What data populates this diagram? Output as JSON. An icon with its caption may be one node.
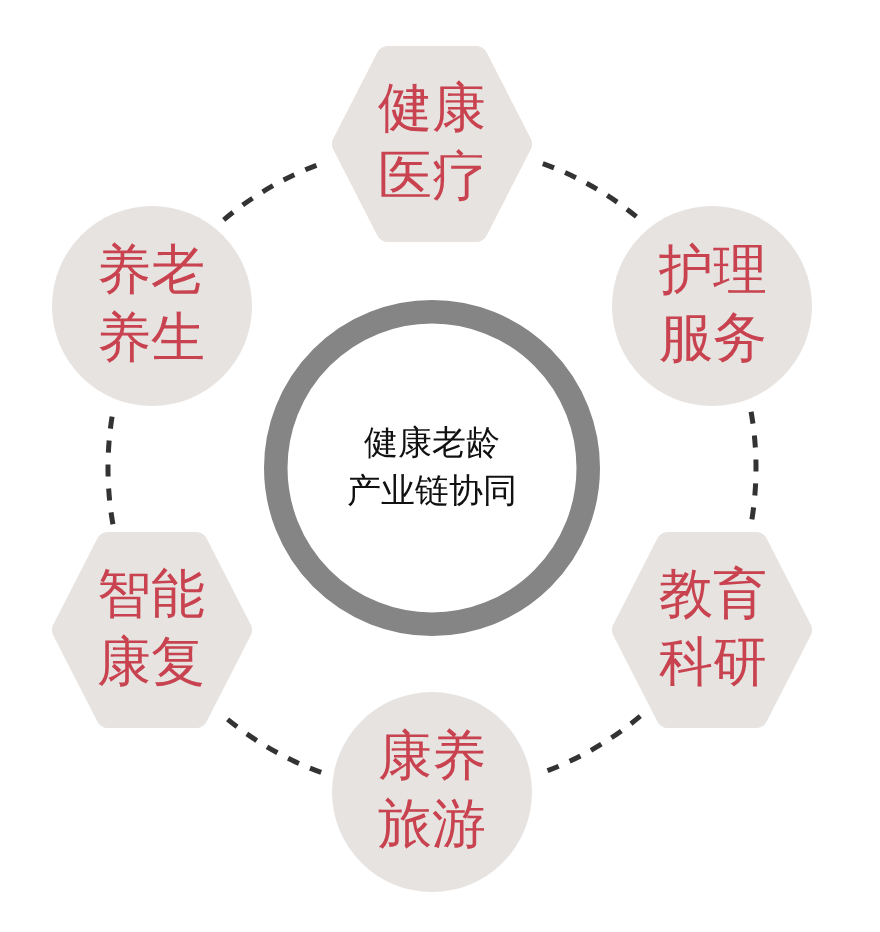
{
  "diagram": {
    "nodes": [
      {
        "text": [
          "健康老龄产业链协同"
        ]
      },
      {
        "text": [
          "健康医疗"
        ]
      },
      {
        "text": [
          "护理服务"
        ]
      },
      {
        "text": [
          "教育科研"
        ]
      },
      {
        "text": [
          "康养旅游"
        ]
      },
      {
        "text": [
          "智能康复"
        ]
      },
      {
        "text": [
          "养老养生"
        ]
      }
    ],
    "edges": [
      {
        "from": 1,
        "to": 2,
        "arrow": "none",
        "style": "dashed"
      },
      {
        "from": 2,
        "to": 3,
        "arrow": "none",
        "style": "dashed"
      },
      {
        "from": 3,
        "to": 4,
        "arrow": "none",
        "style": "dashed"
      },
      {
        "from": 4,
        "to": 5,
        "arrow": "none",
        "style": "dashed"
      },
      {
        "from": 5,
        "to": 6,
        "arrow": "none",
        "style": "dashed"
      },
      {
        "from": 6,
        "to": 1,
        "arrow": "none",
        "style": "dashed"
      }
    ]
  }
}
